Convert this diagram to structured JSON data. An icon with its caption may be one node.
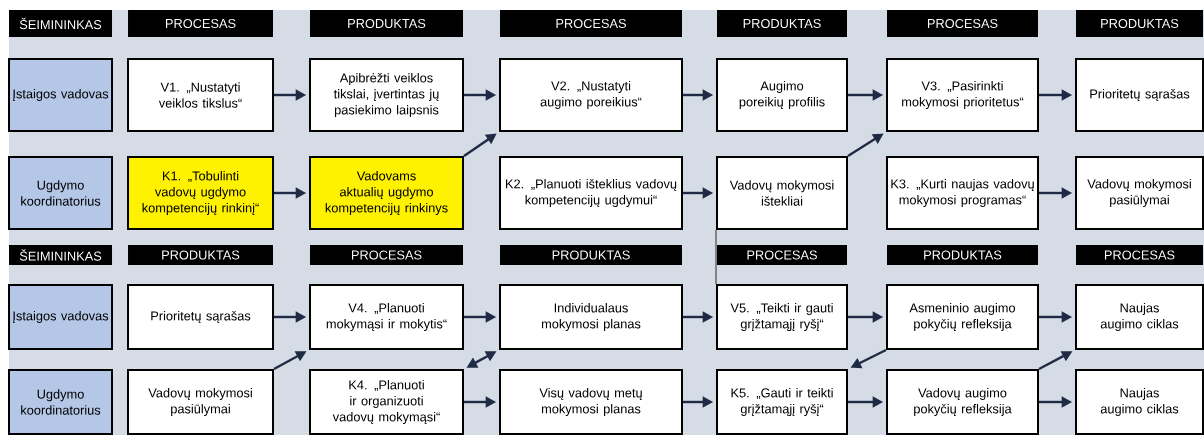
{
  "diagram": {
    "nodes": [
      {
        "text": [
          "ŠEIMININKAS"
        ]
      },
      {
        "text": [
          "PROCESAS"
        ]
      },
      {
        "text": [
          "PRODUKTAS"
        ]
      },
      {
        "text": [
          "PROCESAS"
        ]
      },
      {
        "text": [
          "PRODUKTAS"
        ]
      },
      {
        "text": [
          "PROCESAS"
        ]
      },
      {
        "text": [
          "PRODUKTAS"
        ]
      },
      {
        "text": [
          "Įstaigos vadovas"
        ]
      },
      {
        "text": [
          "V1. „Nustatyti veiklos tikslus“"
        ]
      },
      {
        "text": [
          "Apibrėžti veiklos tikslai, įvertintas jų pasiekimo laipsnis"
        ]
      },
      {
        "text": [
          "V2. „Nustatyti augimo poreikius“"
        ]
      },
      {
        "text": [
          "Augimo poreikių profilis"
        ]
      },
      {
        "text": [
          "V3. „Pasirinkti mokymosi prioritetus“"
        ]
      },
      {
        "text": [
          "Prioritetų sąrašas"
        ]
      },
      {
        "text": [
          "Ugdymo koordinatorius"
        ]
      },
      {
        "text": [
          "K1. „Tobulinti vadovų ugdymo kompetencijų rinkinį“"
        ]
      },
      {
        "text": [
          "Vadovams aktualių ugdymo kompetencijų rinkinys"
        ]
      },
      {
        "text": [
          "K2. „Planuoti išteklius vadovų kompetencijų ugdymui“"
        ]
      },
      {
        "text": [
          "Vadovų mokymosi ištekliai"
        ]
      },
      {
        "text": [
          "K3. „Kurti naujas vadovų mokymosi programas“"
        ]
      },
      {
        "text": [
          "Vadovų mokymosi pasiūlymai"
        ]
      },
      {
        "text": [
          "ŠEIMININKAS"
        ]
      },
      {
        "text": [
          "PRODUKTAS"
        ]
      },
      {
        "text": [
          "PROCESAS"
        ]
      },
      {
        "text": [
          "PRODUKTAS"
        ]
      },
      {
        "text": [
          "PROCESAS"
        ]
      },
      {
        "text": [
          "PRODUKTAS"
        ]
      },
      {
        "text": [
          "PROCESAS"
        ]
      },
      {
        "text": [
          "Įstaigos vadovas"
        ]
      },
      {
        "text": [
          "Prioritetų sąrašas"
        ]
      },
      {
        "text": [
          "V4. „Planuoti mokymąsi ir mokytis“"
        ]
      },
      {
        "text": [
          "Individualaus mokymosi planas"
        ]
      },
      {
        "text": [
          "V5. „Teikti ir gauti grįžtamąjį ryšį“"
        ]
      },
      {
        "text": [
          "Asmeninio augimo pokyčių refleksija"
        ]
      },
      {
        "text": [
          "Naujas augimo ciklas"
        ]
      },
      {
        "text": [
          "Ugdymo koordinatorius"
        ]
      },
      {
        "text": [
          "Vadovų mokymosi pasiūlymai"
        ]
      },
      {
        "text": [
          "K4. „Planuoti ir organizuoti vadovų mokymąsi“"
        ]
      },
      {
        "text": [
          "Visų vadovų metų mokymosi planas"
        ]
      },
      {
        "text": [
          "K5. „Gauti ir teikti grįžtamąjį ryšį“"
        ]
      },
      {
        "text": [
          "Vadovų augimo pokyčių refleksija"
        ]
      },
      {
        "text": [
          "Naujas augimo ciklas"
        ]
      }
    ],
    "edges": [
      {
        "from": 8,
        "to": 9,
        "arrow": "to"
      },
      {
        "from": 9,
        "to": 10,
        "arrow": "to"
      },
      {
        "from": 10,
        "to": 11,
        "arrow": "to"
      },
      {
        "from": 11,
        "to": 12,
        "arrow": "to"
      },
      {
        "from": 12,
        "to": 13,
        "arrow": "to"
      },
      {
        "from": 15,
        "to": 16,
        "arrow": "to"
      },
      {
        "from": 16,
        "to": 10,
        "arrow": "to"
      },
      {
        "from": 17,
        "to": 18,
        "arrow": "to"
      },
      {
        "from": 18,
        "to": 12,
        "arrow": "to"
      },
      {
        "from": 19,
        "to": 20,
        "arrow": "to"
      },
      {
        "from": 18,
        "to": 32,
        "arrow": "none",
        "color": "#000000"
      },
      {
        "from": 29,
        "to": 30,
        "arrow": "to"
      },
      {
        "from": 30,
        "to": 31,
        "arrow": "to"
      },
      {
        "from": 31,
        "to": 32,
        "arrow": "to"
      },
      {
        "from": 32,
        "to": 33,
        "arrow": "to"
      },
      {
        "from": 33,
        "to": 34,
        "arrow": "to"
      },
      {
        "from": 36,
        "to": 30,
        "arrow": "to"
      },
      {
        "from": 37,
        "to": 31,
        "arrow": "both"
      },
      {
        "from": 37,
        "to": 38,
        "arrow": "to"
      },
      {
        "from": 38,
        "to": 39,
        "arrow": "to"
      },
      {
        "from": 33,
        "to": 39,
        "arrow": "to"
      },
      {
        "from": 39,
        "to": 40,
        "arrow": "to"
      },
      {
        "from": 40,
        "to": 34,
        "arrow": "to"
      },
      {
        "from": 40,
        "to": 41,
        "arrow": "to"
      }
    ]
  }
}
